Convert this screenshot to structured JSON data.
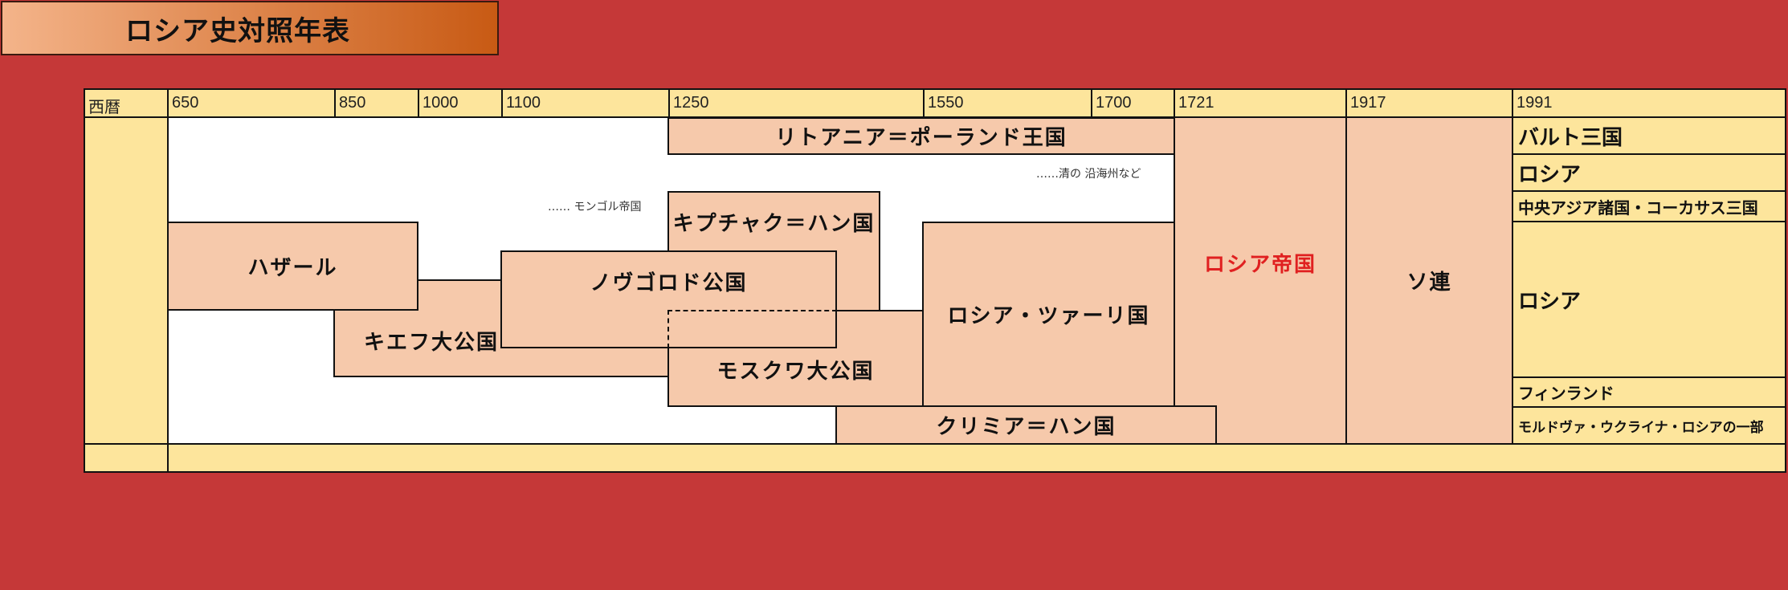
{
  "title": "ロシア史対照年表",
  "header": {
    "label": "西暦",
    "years": [
      "650",
      "850",
      "1000",
      "1100",
      "1250",
      "1550",
      "1700",
      "1721",
      "1917",
      "1991"
    ]
  },
  "states": {
    "khazar": "ハザール",
    "kiev": "キエフ大公国",
    "novgorod": "ノヴゴロド公国",
    "kipchak": "キプチャク＝ハン国",
    "moscow": "モスクワ大公国",
    "lithuania": "リトアニア＝ポーランド王国",
    "tsardom": "ロシア・ツァーリ国",
    "crimea": "クリミア＝ハン国",
    "empire": "ロシア帝国",
    "soviet": "ソ連"
  },
  "notes": {
    "mongol": "…… モンゴル帝国",
    "qing": "……清の 沿海州など"
  },
  "successors": [
    "バルト三国",
    "ロシア",
    "中央アジア諸国・コーカサス三国",
    "ロシア",
    "フィンランド",
    "モルドヴァ・ウクライナ・ロシアの一部"
  ],
  "colors": {
    "background": "#c53838",
    "header_fill": "#fde59c",
    "state_fill": "#f6c9ab",
    "empire_text": "#e02020"
  }
}
